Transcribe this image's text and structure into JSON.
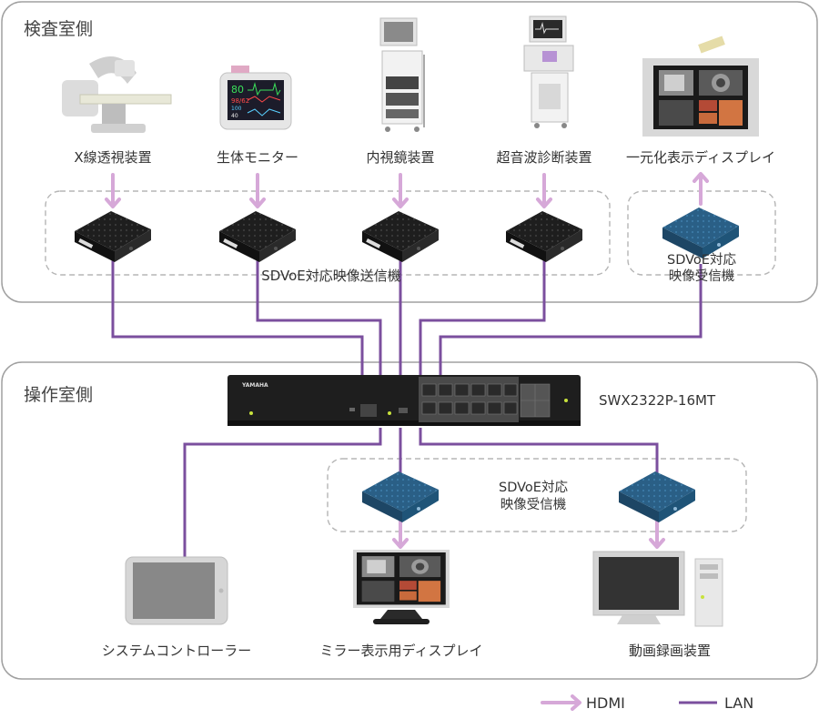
{
  "zones": {
    "exam_room": "検査室側",
    "operation_room": "操作室側"
  },
  "devices": {
    "xray": "X線透視装置",
    "monitor": "生体モニター",
    "endoscope": "内視鏡装置",
    "ultrasound": "超音波診断装置",
    "unified_display": "一元化表示ディスプレイ",
    "controller": "システムコントローラー",
    "mirror_display": "ミラー表示用ディスプレイ",
    "recorder": "動画録画装置"
  },
  "groups": {
    "transmitters": "SDVoE対応映像送信機",
    "exam_receiver": [
      "SDVoE対応",
      "映像受信機"
    ],
    "op_receivers": [
      "SDVoE対応",
      "映像受信機"
    ]
  },
  "switch": {
    "model": "SWX2322P-16MT",
    "brand": "YAMAHA"
  },
  "monitor_screen": [
    "80",
    "98/62",
    "100",
    "40"
  ],
  "legend": {
    "hdmi": "HDMI",
    "lan": "LAN"
  },
  "colors": {
    "hdmi": "#d6a8d8",
    "lan": "#7b4f9e",
    "zone_border": "#a0a0a0",
    "group_border": "#b5b5b5"
  },
  "icons": {
    "hdmi_legend": "arrow-right-icon",
    "lan_legend": "line-icon"
  }
}
